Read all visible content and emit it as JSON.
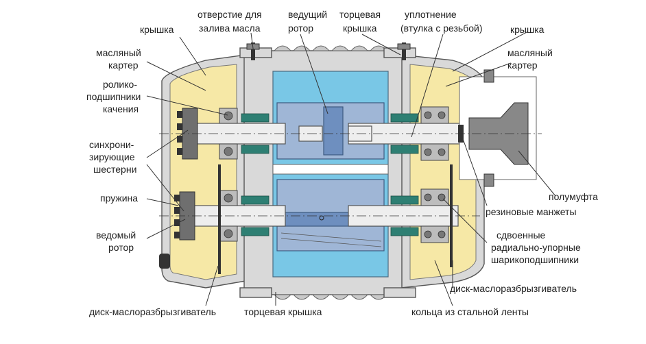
{
  "labels": {
    "cover_top_left": "крышка",
    "oil_fill_hole_1": "отверстие для",
    "oil_fill_hole_2": "залива масла",
    "drive_rotor_1": "ведущий",
    "drive_rotor_2": "ротор",
    "end_cover_top_1": "торцевая",
    "end_cover_top_2": "крышка",
    "seal_1": "уплотнение",
    "seal_2": "(втулка с резьбой)",
    "cover_top_right": "крышка",
    "oil_sump_left_1": "масляный",
    "oil_sump_left_2": "картер",
    "oil_sump_right_1": "масляный",
    "oil_sump_right_2": "картер",
    "roller_bearings_1": "ролико-",
    "roller_bearings_2": "подшипники",
    "roller_bearings_3": "качения",
    "sync_gears_1": "синхрони-",
    "sync_gears_2": "зирующие",
    "sync_gears_3": "шестерни",
    "spring": "пружина",
    "driven_rotor_1": "ведомый",
    "driven_rotor_2": "ротор",
    "half_coupling": "полумуфта",
    "rubber_cuffs": "резиновые манжеты",
    "double_bearings_1": "сдвоенные",
    "double_bearings_2": "радиально-упорные",
    "double_bearings_3": "шарикоподшипники",
    "oil_disc_right": "диск-маслоразбрызгиватель",
    "oil_disc_bottom_left": "диск-маслоразбрызгиватель",
    "end_cover_bottom": "торцевая крышка",
    "steel_rings": "кольца из стальной ленты"
  },
  "colors": {
    "oil": "#f6e8a6",
    "chamber": "#79c7e6",
    "rotor": "#9fb6d6",
    "seal": "#2e7f73",
    "casing": "#d9d9d9"
  }
}
